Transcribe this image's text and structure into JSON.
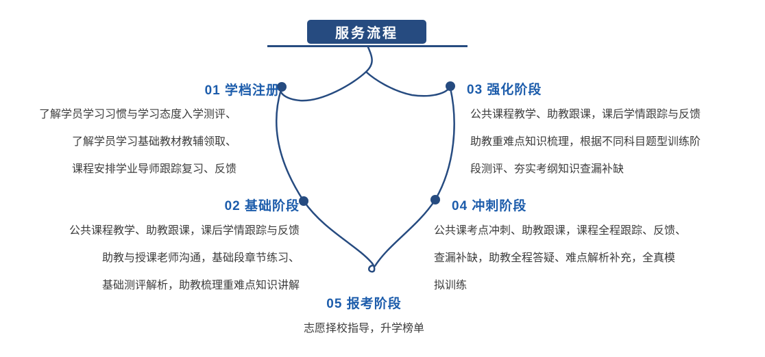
{
  "title": "服务流程",
  "colors": {
    "navy": "#264b80",
    "heading_blue": "#1c5cab",
    "body_text": "#3c3c3c",
    "background": "#ffffff"
  },
  "stages": [
    {
      "number": "01",
      "name": "学档注册",
      "label": "01 学档注册",
      "lines": [
        "了解学员学习习惯与学习态度入学测评、",
        "了解学员学习基础教材教辅领取、",
        "课程安排学业导师跟踪复习、反馈"
      ]
    },
    {
      "number": "02",
      "name": "基础阶段",
      "label": "02 基础阶段",
      "lines": [
        "公共课程教学、助教跟课，课后学情跟踪与反馈",
        "助教与授课老师沟通，基础段章节练习、",
        "基础测评解析，助教梳理重难点知识讲解"
      ]
    },
    {
      "number": "03",
      "name": "强化阶段",
      "label": "03 强化阶段",
      "lines": [
        "公共课程教学、助教跟课，课后学情跟踪与反馈",
        "助教重难点知识梳理，根据不同科目题型训练阶",
        "段测评、夯实考纲知识查漏补缺"
      ]
    },
    {
      "number": "04",
      "name": "冲刺阶段",
      "label": "04 冲刺阶段",
      "lines": [
        "公共课考点冲刺、助教跟课，课程全程跟踪、反馈、",
        "查漏补缺，助教全程答疑、难点解析补充，全真模",
        "拟训练"
      ]
    },
    {
      "number": "05",
      "name": "报考阶段",
      "label": "05 报考阶段",
      "lines": [
        "志愿择校指导，升学榜单"
      ]
    }
  ]
}
